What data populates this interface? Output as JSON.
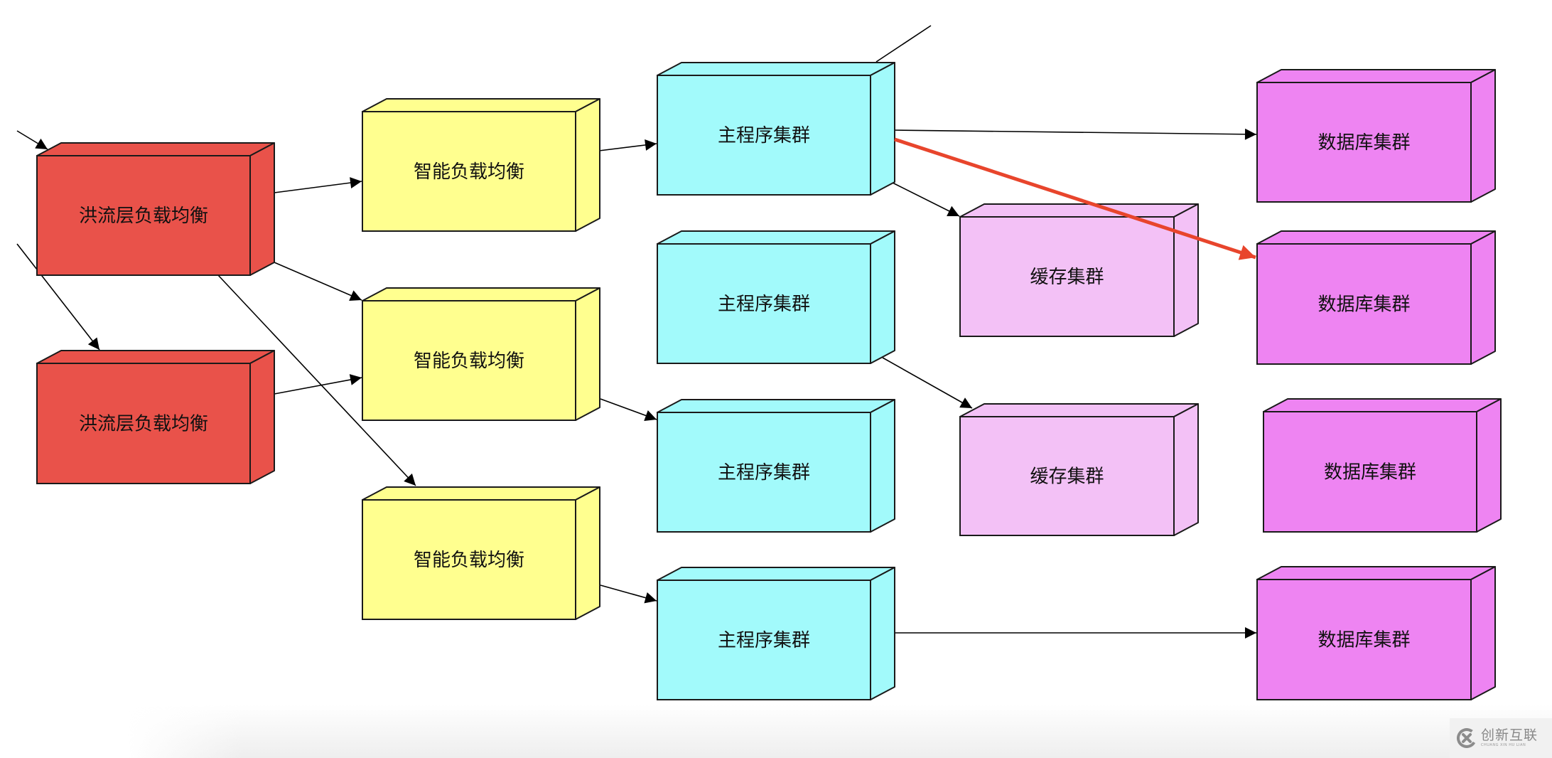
{
  "diagram": {
    "type": "architecture",
    "colors": {
      "flood_lb": "#E9524A",
      "smart_lb": "#FFFF8F",
      "app_cluster": "#A2FAFB",
      "cache_cluster": "#F3C1F6",
      "db_cluster": "#EE84F2",
      "edge": "#000000",
      "highlight_edge": "#E8452C",
      "outline": "#1a1a1a"
    },
    "nodes": [
      {
        "id": "flood1",
        "label": "洪流层负载均衡",
        "kind": "flood_lb"
      },
      {
        "id": "flood2",
        "label": "洪流层负载均衡",
        "kind": "flood_lb"
      },
      {
        "id": "smart1",
        "label": "智能负载均衡",
        "kind": "smart_lb"
      },
      {
        "id": "smart2",
        "label": "智能负载均衡",
        "kind": "smart_lb"
      },
      {
        "id": "smart3",
        "label": "智能负载均衡",
        "kind": "smart_lb"
      },
      {
        "id": "app1",
        "label": "主程序集群",
        "kind": "app_cluster"
      },
      {
        "id": "app2",
        "label": "主程序集群",
        "kind": "app_cluster"
      },
      {
        "id": "app3",
        "label": "主程序集群",
        "kind": "app_cluster"
      },
      {
        "id": "app4",
        "label": "主程序集群",
        "kind": "app_cluster"
      },
      {
        "id": "cache1",
        "label": "缓存集群",
        "kind": "cache_cluster"
      },
      {
        "id": "cache2",
        "label": "缓存集群",
        "kind": "cache_cluster"
      },
      {
        "id": "db1",
        "label": "数据库集群",
        "kind": "db_cluster"
      },
      {
        "id": "db2",
        "label": "数据库集群",
        "kind": "db_cluster"
      },
      {
        "id": "db3",
        "label": "数据库集群",
        "kind": "db_cluster"
      },
      {
        "id": "db4",
        "label": "数据库集群",
        "kind": "db_cluster"
      }
    ],
    "edges": [
      {
        "from": "external",
        "to": "flood1",
        "arrow": true
      },
      {
        "from": "external",
        "to": "flood2",
        "arrow": true
      },
      {
        "from": "flood1",
        "to": "smart1",
        "arrow": true
      },
      {
        "from": "flood1",
        "to": "smart2",
        "arrow": true
      },
      {
        "from": "flood1",
        "to": "smart3",
        "arrow": true
      },
      {
        "from": "flood2",
        "to": "smart2",
        "arrow": true
      },
      {
        "from": "smart1",
        "to": "app1",
        "arrow": true
      },
      {
        "from": "smart2",
        "to": "app3",
        "arrow": true
      },
      {
        "from": "smart3",
        "to": "app4",
        "arrow": true
      },
      {
        "from": "app1",
        "to": "external",
        "arrow": false
      },
      {
        "from": "app1",
        "to": "db1",
        "arrow": true
      },
      {
        "from": "app1",
        "to": "cache1",
        "arrow": true
      },
      {
        "from": "app1",
        "to": "db2",
        "arrow": true,
        "highlight": true
      },
      {
        "from": "app2",
        "to": "cache2",
        "arrow": true
      },
      {
        "from": "app4",
        "to": "db4",
        "arrow": true
      }
    ]
  },
  "watermark": {
    "name": "创新互联",
    "subtitle": "CHUANG XIN HU LIAN",
    "logo": "cx-logo-icon"
  }
}
